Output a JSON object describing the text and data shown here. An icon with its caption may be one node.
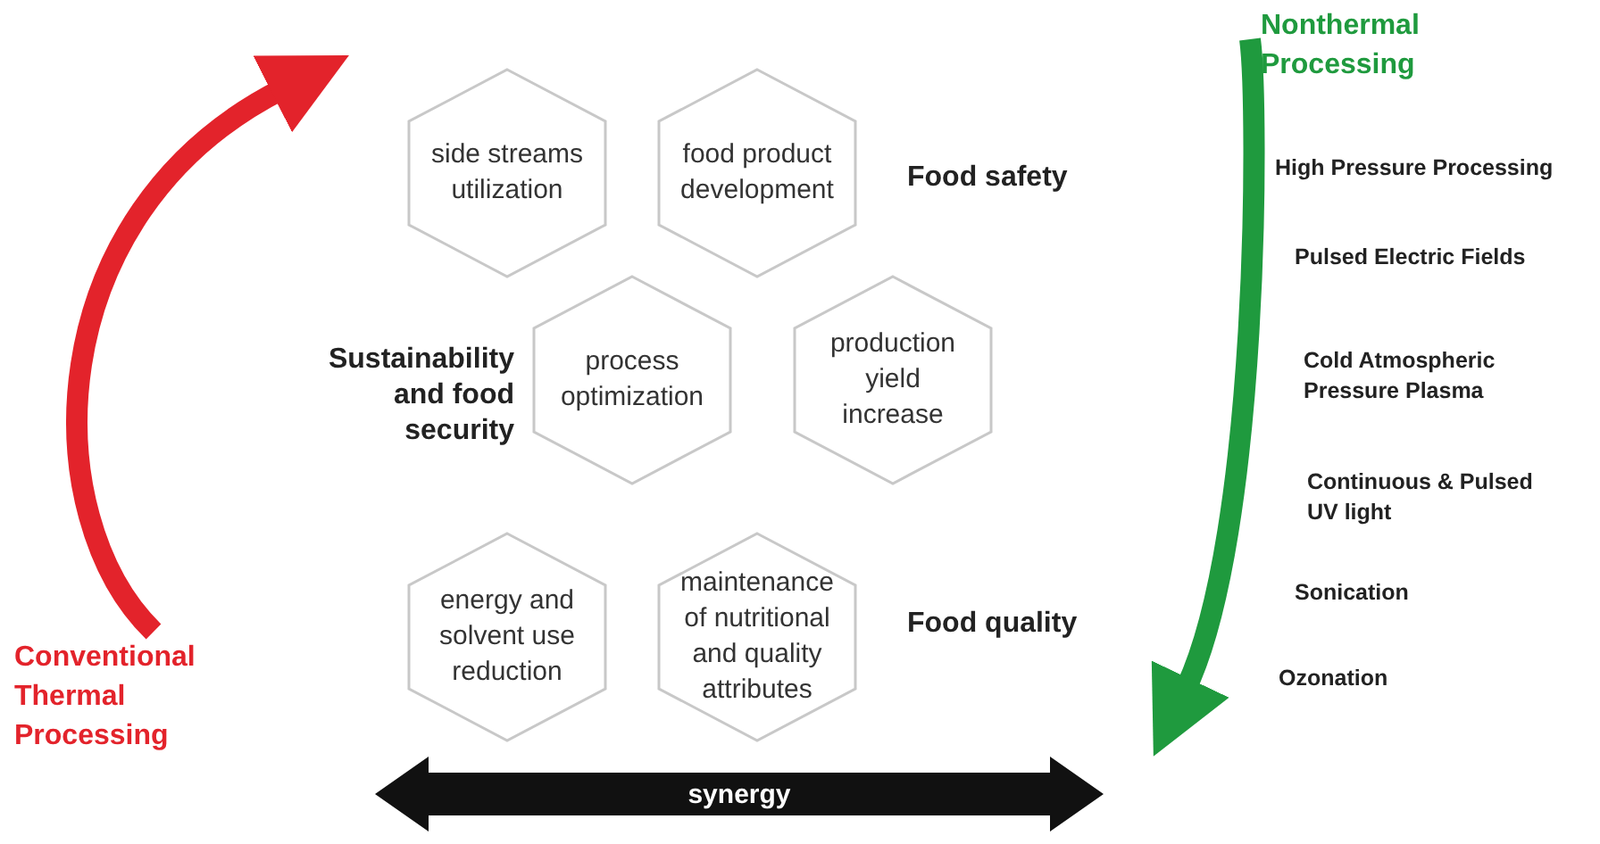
{
  "diagram": {
    "nodes": [
      {
        "text": [
          "side streams utilization"
        ]
      },
      {
        "text": [
          "food product development"
        ]
      },
      {
        "text": [
          "process optimization"
        ]
      },
      {
        "text": [
          "production yield increase"
        ]
      },
      {
        "text": [
          "energy and solvent use reduction"
        ]
      },
      {
        "text": [
          "maintenance of nutritional and quality attributes"
        ]
      },
      {
        "text": [
          "Nonthermal Processing"
        ]
      },
      {
        "text": [
          "Conventional Thermal Processing"
        ]
      },
      {
        "text": [
          "synergy"
        ]
      }
    ],
    "edges": [
      {
        "from": 7,
        "to": null,
        "arrow": "to",
        "color": "#e3232b"
      },
      {
        "from": 6,
        "to": null,
        "arrow": "to",
        "color": "#1f9a3e"
      }
    ],
    "labels": [
      "Food safety",
      "Sustainability and food security",
      "Food quality",
      "High Pressure Processing",
      "Pulsed Electric Fields",
      "Cold Atmospheric Pressure Plasma",
      "Continuous & Pulsed UV light",
      "Sonication",
      "Ozonation"
    ]
  }
}
